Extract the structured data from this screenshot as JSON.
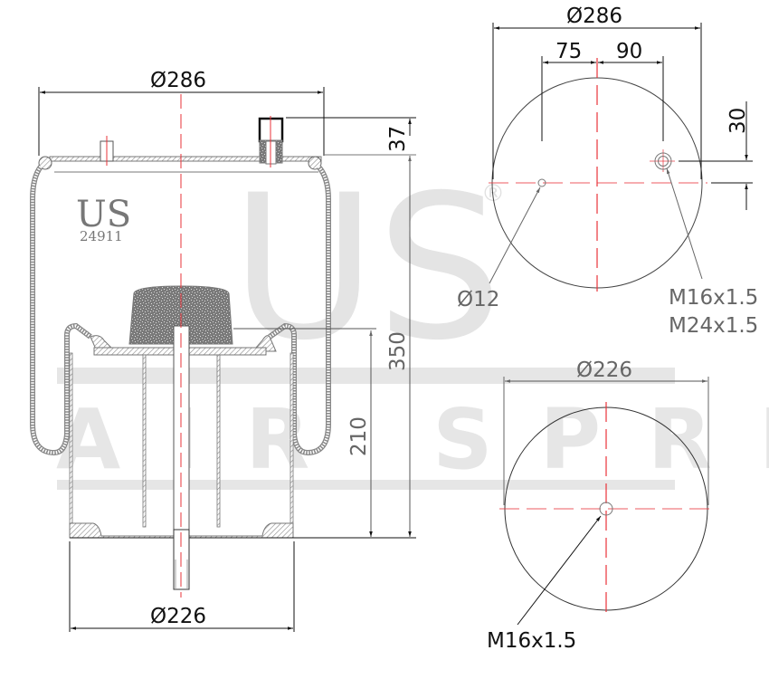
{
  "watermark": {
    "brand": "US",
    "subtitle": "AIR SPRING",
    "registered_mark": "®",
    "color": "#e4e4e4"
  },
  "side_view": {
    "logo_text": "US",
    "part_number": "24911",
    "top_diameter": "Ø286",
    "bottom_diameter": "Ø226",
    "stud_height": "37",
    "overall_height": "350",
    "piston_height": "210"
  },
  "top_view": {
    "diameter": "Ø286",
    "offset_left": "75",
    "offset_right": "90",
    "offset_vertical": "30",
    "pin_hole": "Ø12",
    "thread_1": "M16x1.5",
    "thread_2": "M24x1.5"
  },
  "bottom_view": {
    "diameter": "Ø226",
    "thread": "M16x1.5"
  },
  "colors": {
    "line": "#111111",
    "gray_line": "#777777",
    "centerline": "#e8333a",
    "hatch": "#888888"
  }
}
